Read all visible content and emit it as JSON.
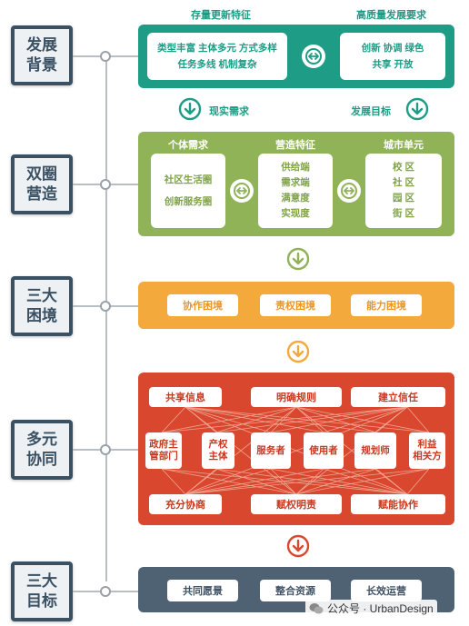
{
  "side_labels": [
    "发展\n背景",
    "双圈\n营造",
    "三大\n困境",
    "多元\n协同",
    "三大\n目标"
  ],
  "background": {
    "left_header": "存量更新特征",
    "right_header": "高质量发展要求",
    "left_card": "类型丰富  主体多元  方式多样\n任务多线  机制复杂",
    "right_card": "创新  协调  绿色\n共享  开放",
    "arrow_left_label": "现实需求",
    "arrow_right_label": "发展目标",
    "swap_icon": "bidirectional-arrow-icon"
  },
  "dual_circle": {
    "columns": [
      {
        "title": "个体需求",
        "content": "社区生活圈\n\n创新服务圈"
      },
      {
        "title": "营造特征",
        "content": "供给端\n需求端\n满意度\n实现度"
      },
      {
        "title": "城市单元",
        "content": "校  区\n社  区\n园  区\n街  区"
      }
    ]
  },
  "dilemmas": [
    "协作困境",
    "责权困境",
    "能力困境"
  ],
  "collaboration": {
    "top_row": [
      "共享信息",
      "明确规则",
      "建立信任"
    ],
    "actors": [
      "政府主\n管部门",
      "产权\n主体",
      "服务者",
      "使用者",
      "规划师",
      "利益\n相关方"
    ],
    "bottom_row": [
      "充分协商",
      "赋权明责",
      "赋能协作"
    ]
  },
  "goals": [
    "共同愿景",
    "整合资源",
    "长效运营"
  ],
  "watermark": "公众号 · UrbanDesign",
  "colors": {
    "teal": "#1f9c86",
    "green": "#8fb356",
    "orange": "#f4a93d",
    "red": "#d9472e",
    "slate": "#4f6274",
    "side_border": "#3a5063"
  }
}
